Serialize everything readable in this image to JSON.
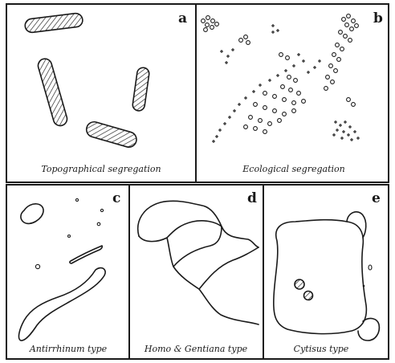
{
  "panels": {
    "a": {
      "letter": "a",
      "caption": "Topographical segregation"
    },
    "b": {
      "letter": "b",
      "caption": "Ecological segregation"
    },
    "c": {
      "letter": "c",
      "caption": "Antirrhinum type"
    },
    "d": {
      "letter": "d",
      "caption": "Homo & Gentiana type"
    },
    "e": {
      "letter": "e",
      "caption": "Cytisus type"
    }
  }
}
